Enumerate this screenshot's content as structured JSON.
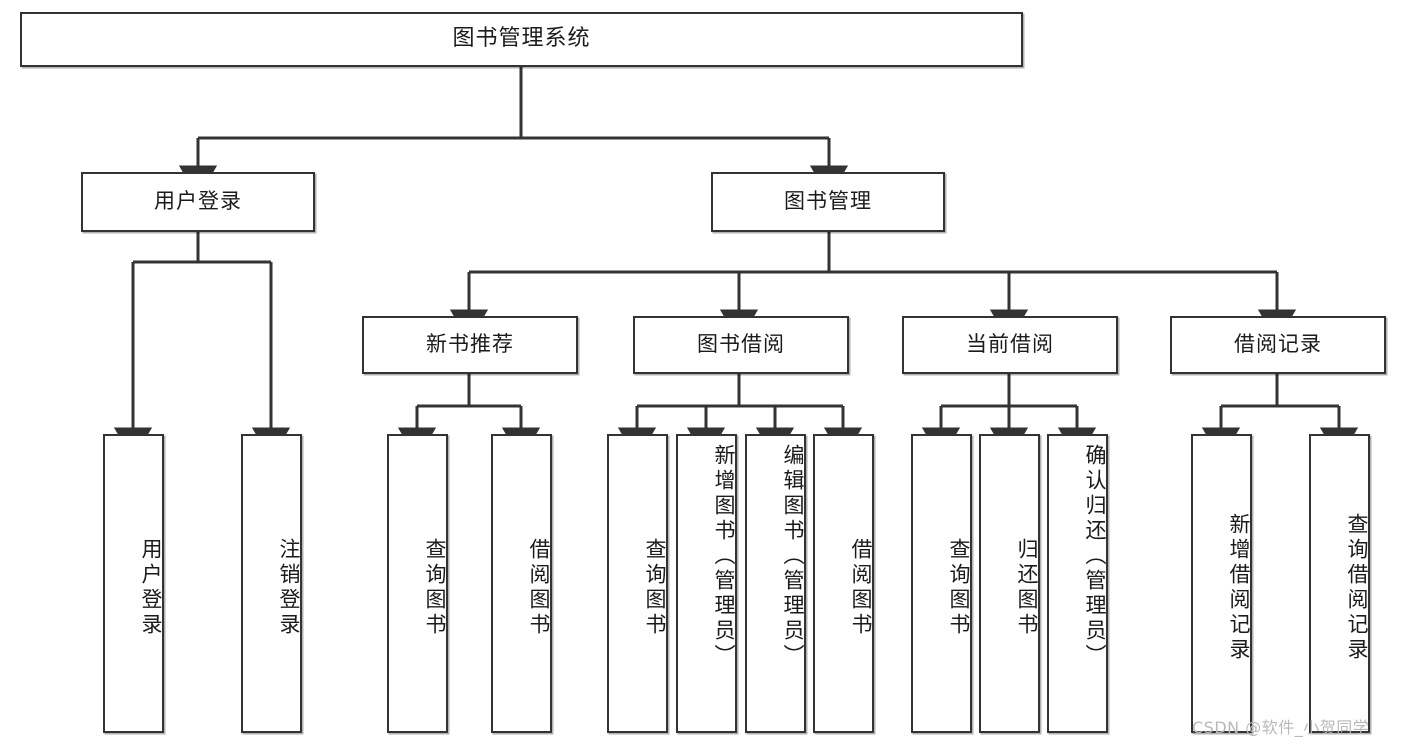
{
  "diagram": {
    "title": "图书管理系统",
    "type": "tree-hierarchy-chart",
    "orientation": "top-down",
    "colors": {
      "box_border": "#333333",
      "box_fill": "#ffffff",
      "edge": "#333333",
      "text": "#1b1b1b",
      "watermark": "#b9b9b9",
      "background": "#ffffff"
    }
  },
  "nodes": {
    "root": {
      "label": "图书管理系统",
      "level": 1
    },
    "level2": [
      {
        "id": "user-login",
        "label": "用户登录"
      },
      {
        "id": "book-manage",
        "label": "图书管理"
      }
    ],
    "level3": [
      {
        "id": "new-book-recommend",
        "label": "新书推荐"
      },
      {
        "id": "book-borrow",
        "label": "图书借阅"
      },
      {
        "id": "current-borrow",
        "label": "当前借阅"
      },
      {
        "id": "borrow-record",
        "label": "借阅记录"
      }
    ],
    "leaves": {
      "user-login": [
        {
          "id": "leaf-user-login",
          "label": "用户登录"
        },
        {
          "id": "leaf-logout-login",
          "label": "注销登录"
        }
      ],
      "new-book-recommend": [
        {
          "id": "leaf-query-book-1",
          "label": "查询图书"
        },
        {
          "id": "leaf-borrow-book-1",
          "label": "借阅图书"
        }
      ],
      "book-borrow": [
        {
          "id": "leaf-query-book-2",
          "label": "查询图书"
        },
        {
          "id": "leaf-add-book",
          "label": "新增图书（管理员）"
        },
        {
          "id": "leaf-edit-book",
          "label": "编辑图书（管理员）"
        },
        {
          "id": "leaf-borrow-book-2",
          "label": "借阅图书"
        }
      ],
      "current-borrow": [
        {
          "id": "leaf-query-book-3",
          "label": "查询图书"
        },
        {
          "id": "leaf-return-book",
          "label": "归还图书"
        },
        {
          "id": "leaf-confirm-return",
          "label": "确认归还（管理员）"
        }
      ],
      "borrow-record": [
        {
          "id": "leaf-add-record",
          "label": "新增借阅记录"
        },
        {
          "id": "leaf-query-record",
          "label": "查询借阅记录"
        }
      ]
    }
  },
  "watermark": {
    "text": "CSDN @软件_小贺同学"
  }
}
